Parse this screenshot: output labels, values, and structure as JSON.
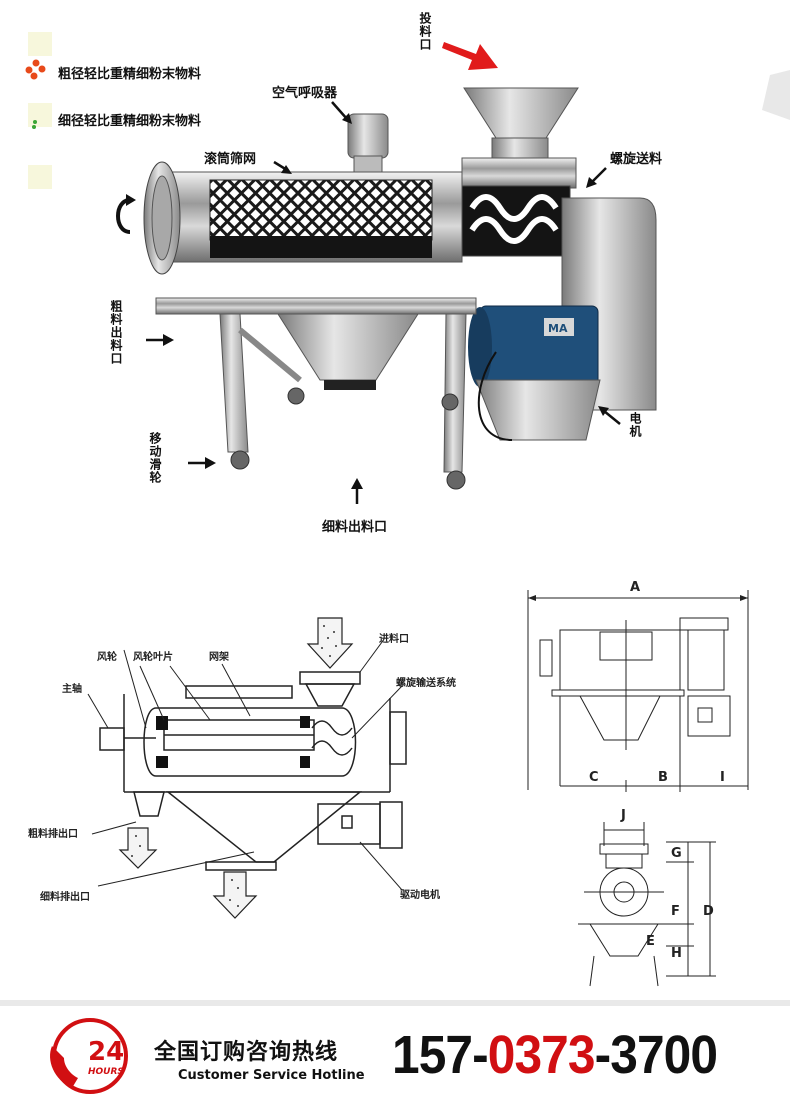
{
  "legend": {
    "coarse": "粗径轻比重精细粉末物料",
    "fine": "细径轻比重精细粉末物料"
  },
  "photo_labels": {
    "feed_port": "投料口",
    "air_breather": "空气呼吸器",
    "drum_screen": "滚筒筛网",
    "screw_feed": "螺旋送料",
    "coarse_outlet": "粗料出料口",
    "motor": "电机",
    "caster": "移动滑轮",
    "fine_outlet": "细料出料口"
  },
  "diagram_labels": {
    "wind_wheel": "风轮",
    "blade": "风轮叶片",
    "frame": "网架",
    "main_shaft": "主轴",
    "inlet": "进料口",
    "screw_system": "螺旋输送系统",
    "coarse_discharge": "粗料排出口",
    "fine_discharge": "细料排出口",
    "drive_motor": "驱动电机"
  },
  "dimensions": {
    "A": "A",
    "B": "B",
    "C": "C",
    "I": "I",
    "J": "J",
    "G": "G",
    "F": "F",
    "E": "E",
    "H": "H",
    "D": "D"
  },
  "hotline": {
    "badge_num": "24",
    "badge_text": "HOURS",
    "title": "全国订购咨询热线",
    "subtitle": "Customer Service Hotline",
    "phone_a": "157-",
    "phone_b": "0373",
    "phone_c": "-3700"
  },
  "colors": {
    "accent_red": "#d10f12",
    "arrow_red": "#e11b1b",
    "legend_bg": "#f7f7dc"
  }
}
